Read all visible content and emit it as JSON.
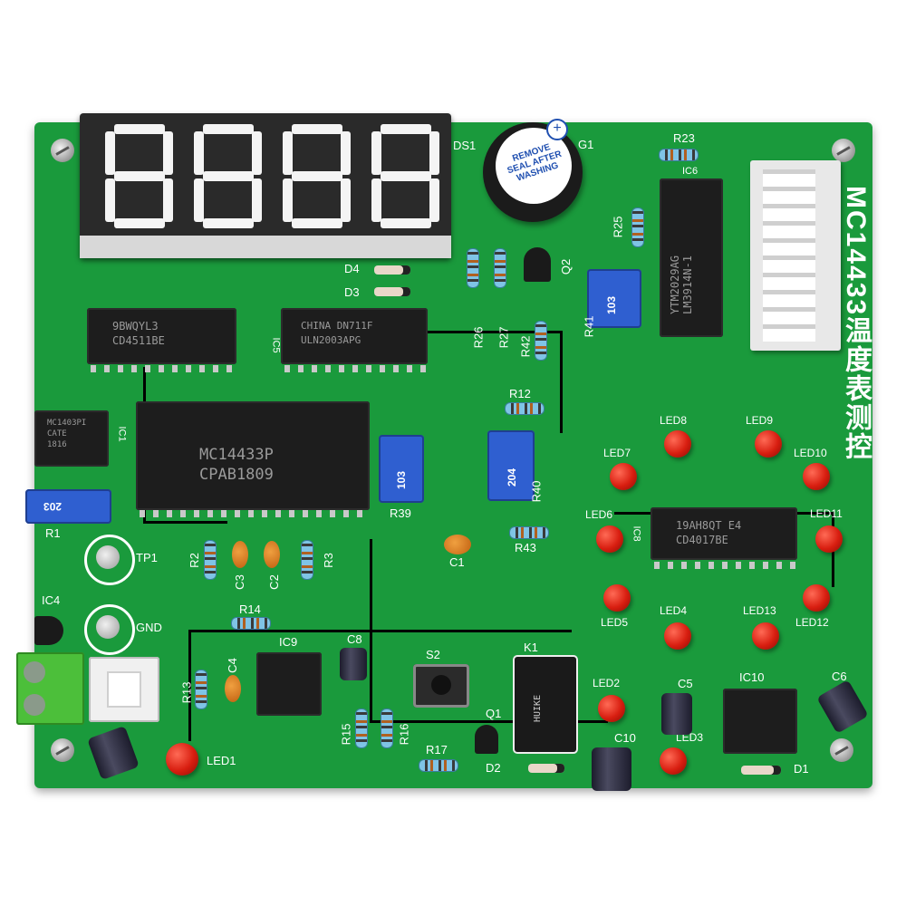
{
  "photo": {
    "board_title": "MC14433温度表测控",
    "buzzer_label": "REMOVE SEAL AFTER WASHING",
    "display_label": "DS1",
    "buzzer_ref": "G1",
    "chips": {
      "ic_4511": "9BWQYL3\nCD4511BE",
      "ic_uln": "CHINA DN711F\nULN2003APG",
      "ic_14433": "MC14433P\nCPAB1809",
      "ic_1403": "MC1403PI\nCATE\n1816",
      "ic_lm3914": "YTM2029AG\nLM3914N-1",
      "ic_4017": "19AH8QT E4\nCD4017BE",
      "ic_relay": "HUIKE"
    },
    "pot_labels": {
      "r1": "203",
      "r39": "103",
      "r40": "204",
      "r41": "103"
    },
    "refs": {
      "R23": "R23",
      "IC6": "IC6",
      "R25": "R25",
      "Q2": "Q2",
      "D4": "D4",
      "D3": "D3",
      "R26": "R26",
      "R27": "R27",
      "R42": "R42",
      "R41": "R41",
      "R12": "R12",
      "IC5": "IC5",
      "IC1": "IC1",
      "R39": "R39",
      "R40": "R40",
      "R1": "R1",
      "TP1": "TP1",
      "R2": "R2",
      "C3": "C3",
      "C2": "C2",
      "R3": "R3",
      "C1": "C1",
      "R43": "R43",
      "IC4": "IC4",
      "GND": "GND",
      "R14": "R14",
      "IC9": "IC9",
      "C8": "C8",
      "S2": "S2",
      "K1": "K1",
      "C4": "C4",
      "R13": "R13",
      "R15": "R15",
      "R16": "R16",
      "R17": "R17",
      "Q1": "Q1",
      "D2": "D2",
      "LED1": "LED1",
      "IC8": "IC8",
      "C10": "C10",
      "C5": "C5",
      "IC10": "IC10",
      "C6": "C6",
      "D1": "D1"
    },
    "leds": [
      "LED2",
      "LED3",
      "LED4",
      "LED5",
      "LED6",
      "LED7",
      "LED8",
      "LED9",
      "LED10",
      "LED11",
      "LED12",
      "LED13"
    ],
    "colors": {
      "pcb": "#1a9a3c",
      "trace": "#2fb857",
      "led": "#e02a18",
      "pot": "#2f5fd0",
      "silk": "#ffffff"
    }
  }
}
